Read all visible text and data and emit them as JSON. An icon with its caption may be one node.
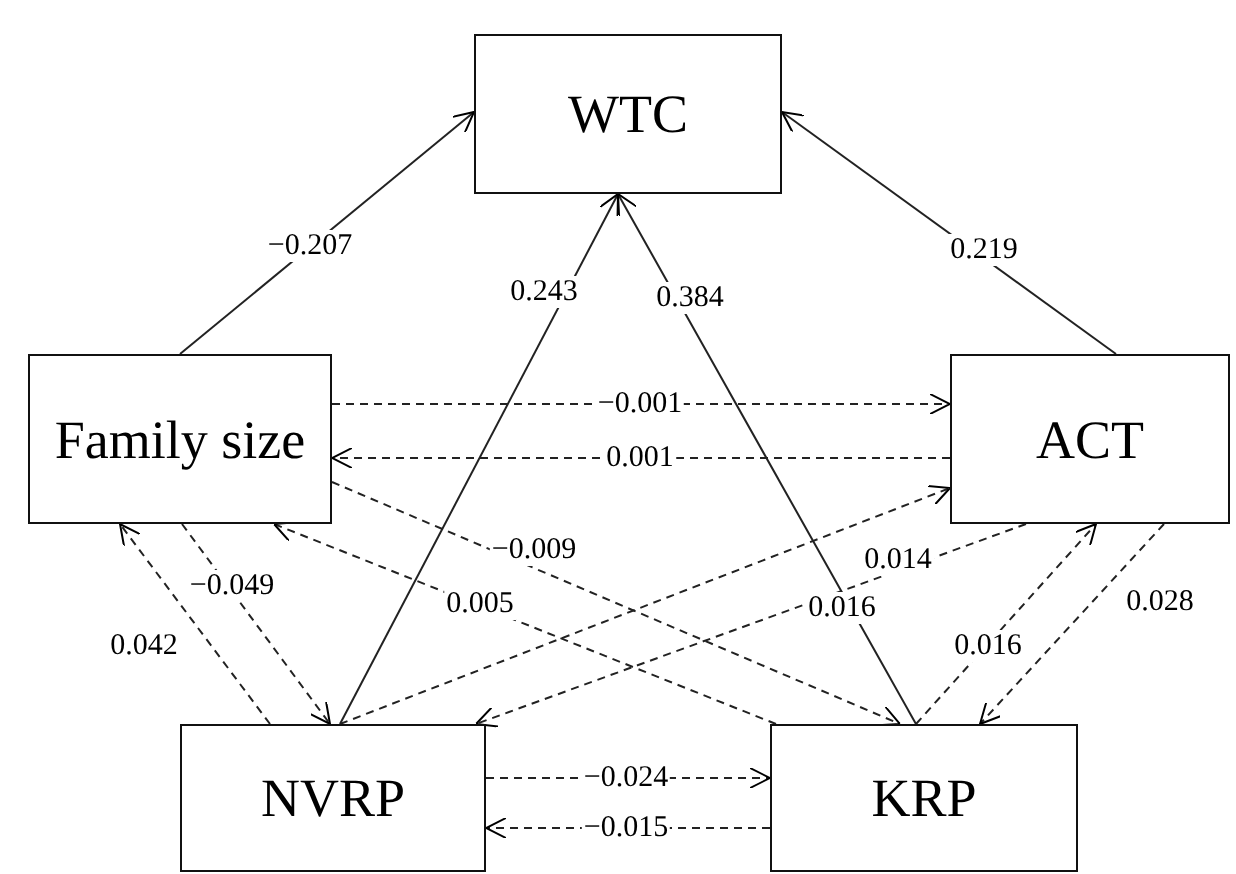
{
  "diagram": {
    "nodes": [
      {
        "text": [
          "WTC"
        ]
      },
      {
        "text": [
          "Family size"
        ]
      },
      {
        "text": [
          "ACT"
        ]
      },
      {
        "text": [
          "NVRP"
        ]
      },
      {
        "text": [
          "KRP"
        ]
      }
    ],
    "edges": [
      {
        "from": 1,
        "to": 0,
        "arrow": "to",
        "label": "−0.207"
      },
      {
        "from": 2,
        "to": 0,
        "arrow": "to",
        "label": "0.219"
      },
      {
        "from": 3,
        "to": 0,
        "arrow": "to",
        "label": "0.243"
      },
      {
        "from": 4,
        "to": 0,
        "arrow": "to",
        "label": "0.384"
      },
      {
        "from": 1,
        "to": 2,
        "arrow": "to",
        "label": "−0.001",
        "style": "dashed"
      },
      {
        "from": 2,
        "to": 1,
        "arrow": "to",
        "label": "0.001",
        "style": "dashed"
      },
      {
        "from": 1,
        "to": 4,
        "arrow": "to",
        "label": "−0.009",
        "style": "dashed"
      },
      {
        "from": 4,
        "to": 1,
        "arrow": "to",
        "label": "0.005",
        "style": "dashed"
      },
      {
        "from": 3,
        "to": 2,
        "arrow": "to",
        "label": "0.014",
        "style": "dashed"
      },
      {
        "from": 2,
        "to": 3,
        "arrow": "to",
        "label": "0.016",
        "style": "dashed"
      },
      {
        "from": 1,
        "to": 3,
        "arrow": "to",
        "label": "−0.049",
        "style": "dashed"
      },
      {
        "from": 3,
        "to": 1,
        "arrow": "to",
        "label": "0.042",
        "style": "dashed"
      },
      {
        "from": 4,
        "to": 2,
        "arrow": "to",
        "label": "0.016",
        "style": "dashed"
      },
      {
        "from": 2,
        "to": 4,
        "arrow": "to",
        "label": "0.028",
        "style": "dashed"
      },
      {
        "from": 3,
        "to": 4,
        "arrow": "to",
        "label": "−0.024",
        "style": "dashed"
      },
      {
        "from": 4,
        "to": 3,
        "arrow": "to",
        "label": "−0.015",
        "style": "dashed"
      }
    ]
  }
}
